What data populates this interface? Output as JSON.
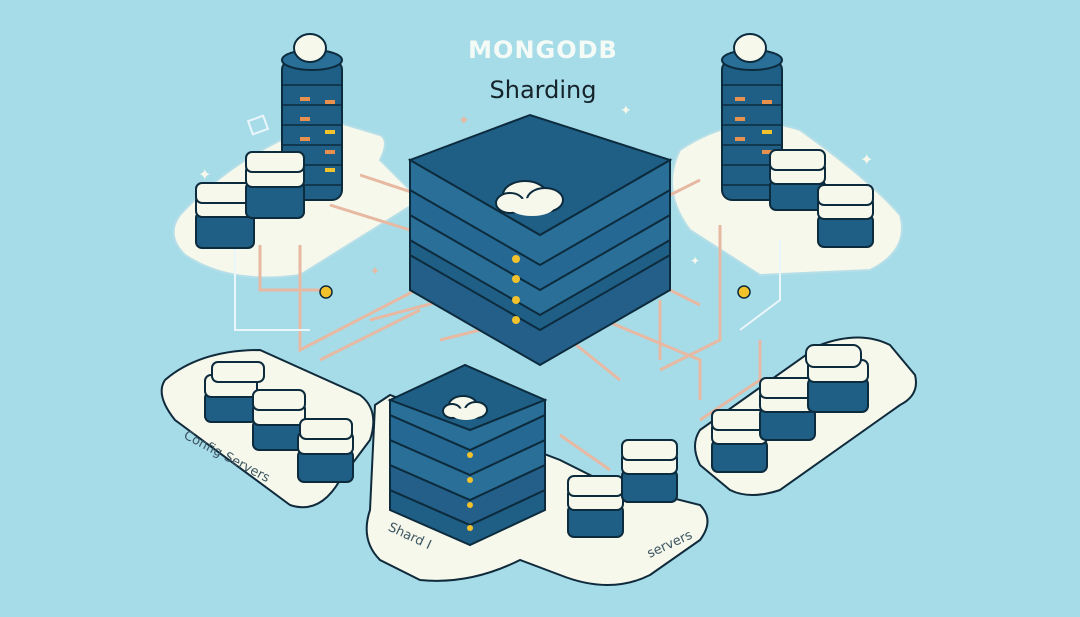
{
  "header": {
    "title": "MONGODB",
    "subtitle": "Sharding"
  },
  "labels": {
    "config_servers": "Config Servers",
    "shard": "Shard I",
    "servers": "servers"
  },
  "colors": {
    "background": "#a6dbe8",
    "platform": "#f7f8ec",
    "server_dark": "#1f5f86",
    "server_mid": "#2a6f98",
    "cable": "#e8b9a2",
    "accent_yellow": "#f2c22d",
    "accent_orange": "#e8914e"
  },
  "components": [
    {
      "name": "mongos-router",
      "type": "central server stack with cloud icon"
    },
    {
      "name": "shard-1",
      "type": "server stack with cloud icon"
    },
    {
      "name": "left-tower",
      "type": "cylindrical server tower"
    },
    {
      "name": "right-tower",
      "type": "cylindrical server tower"
    },
    {
      "name": "config-servers",
      "type": "group of 3 server nodes"
    },
    {
      "name": "right-replica-set",
      "type": "group of 3 server nodes"
    },
    {
      "name": "bottom-servers",
      "type": "group of 2 server nodes"
    }
  ]
}
